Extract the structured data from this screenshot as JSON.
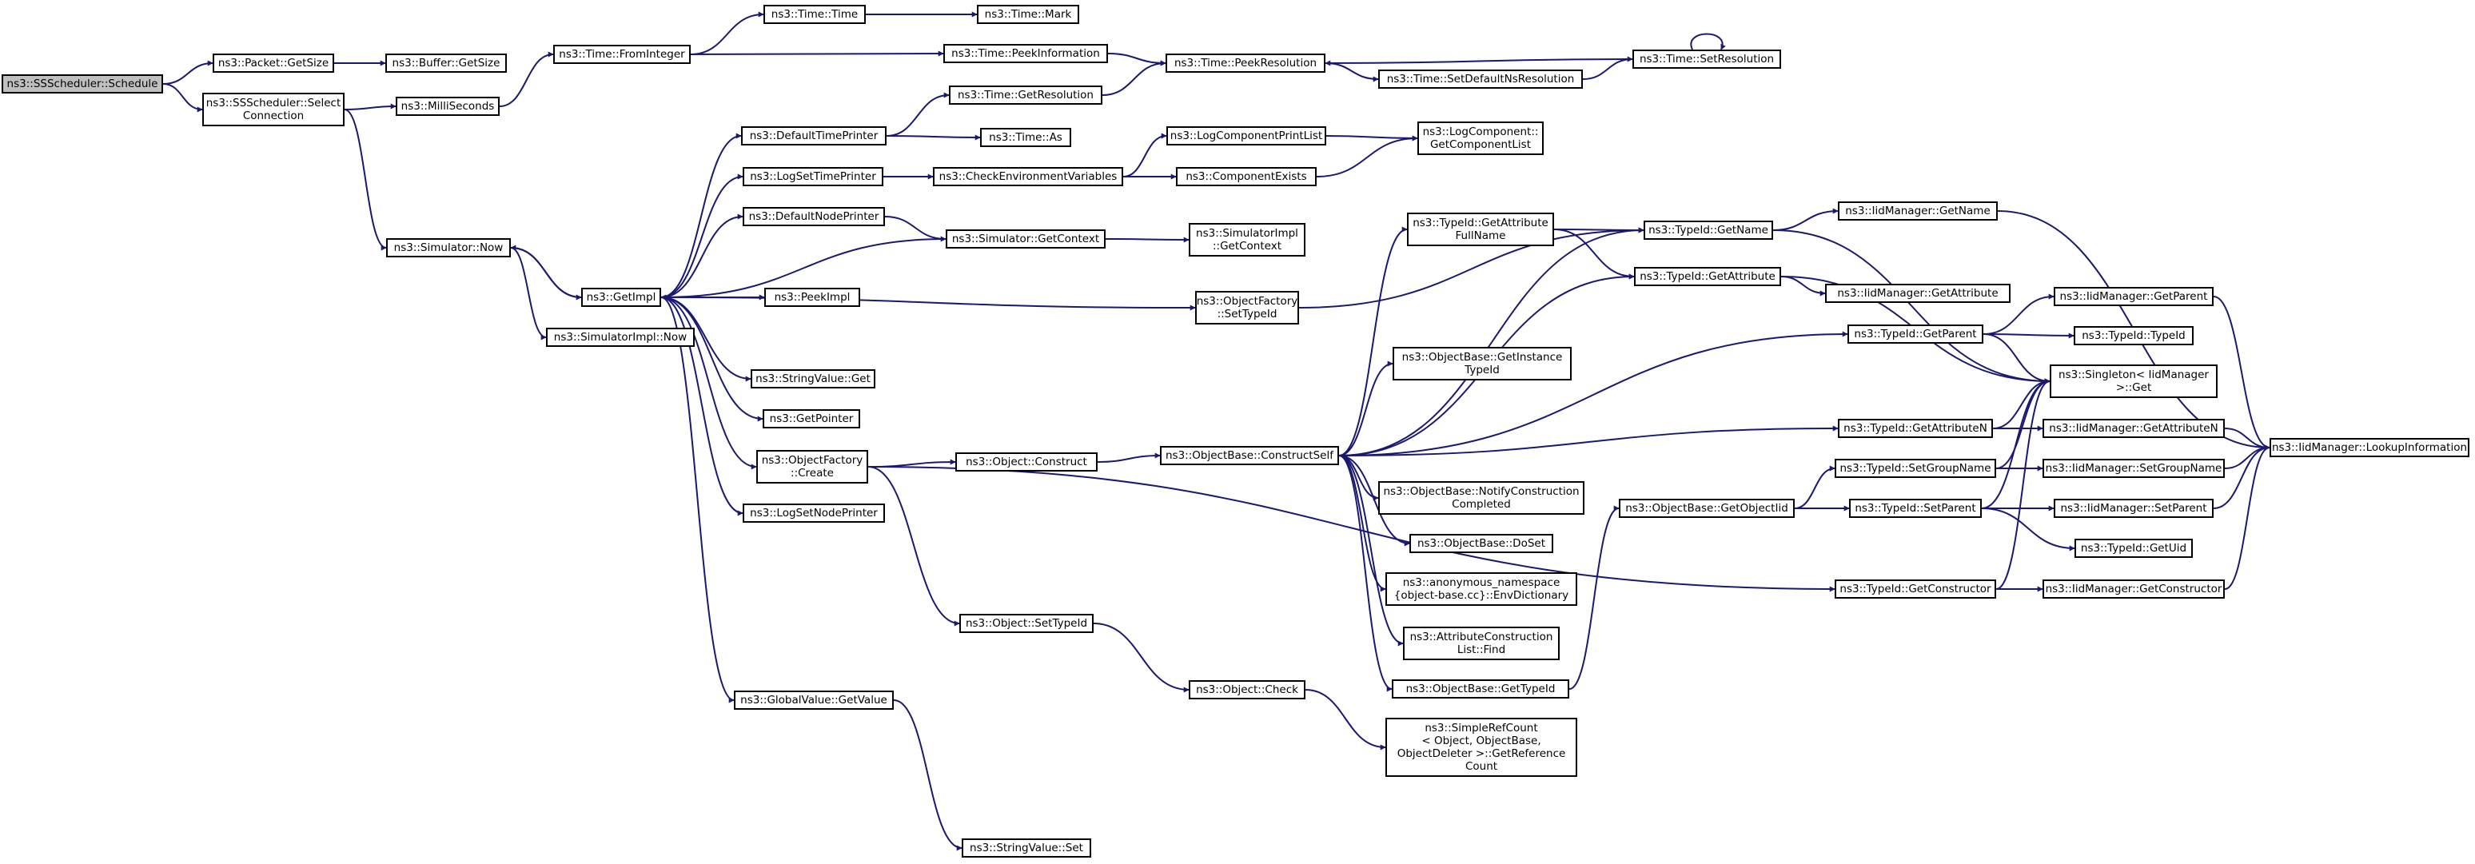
{
  "theme": {
    "edge_color": "#191970",
    "root_fill": "#bfbfbf",
    "node_fill": "#ffffff",
    "border": "#000000"
  },
  "nodes": {
    "schedule": "ns3::SSScheduler::Schedule",
    "packet_getsize": "ns3::Packet::GetSize",
    "buffer_getsize": "ns3::Buffer::GetSize",
    "select_connection": "ns3::SSScheduler::Select\nConnection",
    "milliseconds": "ns3::MilliSeconds",
    "time_frominteger": "ns3::Time::FromInteger",
    "time_time": "ns3::Time::Time",
    "time_mark": "ns3::Time::Mark",
    "peek_information": "ns3::Time::PeekInformation",
    "peek_resolution": "ns3::Time::PeekResolution",
    "set_default_ns_resolution": "ns3::Time::SetDefaultNsResolution",
    "set_resolution": "ns3::Time::SetResolution",
    "simulator_now": "ns3::Simulator::Now",
    "simulatorimpl_now": "ns3::SimulatorImpl::Now",
    "getimpl": "ns3::GetImpl",
    "default_time_printer": "ns3::DefaultTimePrinter",
    "get_resolution": "ns3::Time::GetResolution",
    "time_as": "ns3::Time::As",
    "logset_time_printer": "ns3::LogSetTimePrinter",
    "check_env_vars": "ns3::CheckEnvironmentVariables",
    "logcomp_printlist": "ns3::LogComponentPrintList",
    "component_exists": "ns3::ComponentExists",
    "get_component_list": "ns3::LogComponent::\nGetComponentList",
    "default_node_printer": "ns3::DefaultNodePrinter",
    "simulator_getcontext": "ns3::Simulator::GetContext",
    "simulatorimpl_getcontext": "ns3::SimulatorImpl\n::GetContext",
    "peekimpl": "ns3::PeekImpl",
    "objectfactory_settypeid": "ns3::ObjectFactory\n::SetTypeId",
    "stringvalue_get": "ns3::StringValue::Get",
    "getpointer": "ns3::GetPointer",
    "objectfactory_create": "ns3::ObjectFactory\n::Create",
    "logset_node_printer": "ns3::LogSetNodePrinter",
    "object_construct": "ns3::Object::Construct",
    "objectbase_constructself": "ns3::ObjectBase::ConstructSelf",
    "object_settypeid": "ns3::Object::SetTypeId",
    "object_check": "ns3::Object::Check",
    "globalvalue_getvalue": "ns3::GlobalValue::GetValue",
    "stringvalue_set": "ns3::StringValue::Set",
    "typeid_getattr_fullname": "ns3::TypeId::GetAttribute\nFullName",
    "typeid_getname": "ns3::TypeId::GetName",
    "iidmanager_getname": "ns3::IidManager::GetName",
    "typeid_getattribute": "ns3::TypeId::GetAttribute",
    "iidmanager_getattribute": "ns3::IidManager::GetAttribute",
    "typeid_getparent": "ns3::TypeId::GetParent",
    "iidmanager_getparent": "ns3::IidManager::GetParent",
    "typeid_typeid": "ns3::TypeId::TypeId",
    "singleton_get": "ns3::Singleton< IidManager\n>::Get",
    "objectbase_getinstancetypeid": "ns3::ObjectBase::GetInstance\nTypeId",
    "typeid_getattributen": "ns3::TypeId::GetAttributeN",
    "iidmanager_getattributen": "ns3::IidManager::GetAttributeN",
    "iidmanager_lookupinfo": "ns3::IidManager::LookupInformation",
    "typeid_setgroupname": "ns3::TypeId::SetGroupName",
    "iidmanager_setgroupname": "ns3::IidManager::SetGroupName",
    "objectbase_notifyconstruction": "ns3::ObjectBase::NotifyConstruction\nCompleted",
    "objectbase_getobjectiid": "ns3::ObjectBase::GetObjectIid",
    "typeid_setparent": "ns3::TypeId::SetParent",
    "iidmanager_setparent": "ns3::IidManager::SetParent",
    "objectbase_doset": "ns3::ObjectBase::DoSet",
    "typeid_getuid": "ns3::TypeId::GetUid",
    "anon_envdictionary": "ns3::anonymous_namespace\n{object-base.cc}::EnvDictionary",
    "typeid_getconstructor": "ns3::TypeId::GetConstructor",
    "iidmanager_getconstructor": "ns3::IidManager::GetConstructor",
    "attrconstructionlist_find": "ns3::AttributeConstruction\nList::Find",
    "objectbase_gettypeid": "ns3::ObjectBase::GetTypeId",
    "simplerefcount_getrefcount": "ns3::SimpleRefCount\n< Object, ObjectBase,\nObjectDeleter >::GetReference\nCount"
  },
  "edges": [
    [
      "schedule",
      "packet_getsize"
    ],
    [
      "schedule",
      "select_connection"
    ],
    [
      "packet_getsize",
      "buffer_getsize"
    ],
    [
      "select_connection",
      "milliseconds"
    ],
    [
      "select_connection",
      "simulator_now"
    ],
    [
      "milliseconds",
      "time_frominteger"
    ],
    [
      "time_frominteger",
      "time_time"
    ],
    [
      "time_frominteger",
      "peek_information"
    ],
    [
      "time_time",
      "time_mark"
    ],
    [
      "peek_information",
      "peek_resolution"
    ],
    [
      "peek_resolution",
      "set_default_ns_resolution"
    ],
    [
      "set_default_ns_resolution",
      "set_resolution"
    ],
    [
      "set_resolution",
      "peek_resolution"
    ],
    [
      "set_resolution",
      "set_resolution"
    ],
    [
      "simulator_now",
      "getimpl"
    ],
    [
      "simulator_now",
      "simulatorimpl_now"
    ],
    [
      "getimpl",
      "simulator_now"
    ],
    [
      "getimpl",
      "default_time_printer"
    ],
    [
      "getimpl",
      "logset_time_printer"
    ],
    [
      "getimpl",
      "default_node_printer"
    ],
    [
      "getimpl",
      "peekimpl"
    ],
    [
      "getimpl",
      "objectfactory_settypeid"
    ],
    [
      "getimpl",
      "stringvalue_get"
    ],
    [
      "getimpl",
      "getpointer"
    ],
    [
      "getimpl",
      "objectfactory_create"
    ],
    [
      "getimpl",
      "logset_node_printer"
    ],
    [
      "getimpl",
      "globalvalue_getvalue"
    ],
    [
      "default_time_printer",
      "get_resolution"
    ],
    [
      "default_time_printer",
      "time_as"
    ],
    [
      "get_resolution",
      "peek_resolution"
    ],
    [
      "logset_time_printer",
      "check_env_vars"
    ],
    [
      "check_env_vars",
      "logcomp_printlist"
    ],
    [
      "check_env_vars",
      "component_exists"
    ],
    [
      "logcomp_printlist",
      "get_component_list"
    ],
    [
      "component_exists",
      "get_component_list"
    ],
    [
      "default_node_printer",
      "simulator_getcontext"
    ],
    [
      "simulator_getcontext",
      "simulatorimpl_getcontext"
    ],
    [
      "simulator_getcontext",
      "getimpl"
    ],
    [
      "objectfactory_settypeid",
      "typeid_getname"
    ],
    [
      "objectfactory_create",
      "object_construct"
    ],
    [
      "objectfactory_create",
      "object_settypeid"
    ],
    [
      "objectfactory_create",
      "typeid_getconstructor"
    ],
    [
      "object_construct",
      "objectbase_constructself"
    ],
    [
      "object_settypeid",
      "object_check"
    ],
    [
      "object_check",
      "simplerefcount_getrefcount"
    ],
    [
      "globalvalue_getvalue",
      "stringvalue_set"
    ],
    [
      "objectbase_constructself",
      "typeid_getattr_fullname"
    ],
    [
      "objectbase_constructself",
      "typeid_getname"
    ],
    [
      "objectbase_constructself",
      "typeid_getattribute"
    ],
    [
      "objectbase_constructself",
      "typeid_getparent"
    ],
    [
      "objectbase_constructself",
      "objectbase_getinstancetypeid"
    ],
    [
      "objectbase_constructself",
      "typeid_getattributen"
    ],
    [
      "objectbase_constructself",
      "objectbase_notifyconstruction"
    ],
    [
      "objectbase_constructself",
      "objectbase_doset"
    ],
    [
      "objectbase_constructself",
      "anon_envdictionary"
    ],
    [
      "objectbase_constructself",
      "attrconstructionlist_find"
    ],
    [
      "objectbase_constructself",
      "objectbase_gettypeid"
    ],
    [
      "typeid_getattr_fullname",
      "typeid_getname"
    ],
    [
      "typeid_getattr_fullname",
      "typeid_getattribute"
    ],
    [
      "typeid_getname",
      "iidmanager_getname"
    ],
    [
      "typeid_getname",
      "singleton_get"
    ],
    [
      "iidmanager_getname",
      "iidmanager_lookupinfo"
    ],
    [
      "typeid_getattribute",
      "iidmanager_getattribute"
    ],
    [
      "typeid_getattribute",
      "singleton_get"
    ],
    [
      "typeid_getparent",
      "iidmanager_getparent"
    ],
    [
      "typeid_getparent",
      "typeid_typeid"
    ],
    [
      "typeid_getparent",
      "singleton_get"
    ],
    [
      "iidmanager_getparent",
      "iidmanager_lookupinfo"
    ],
    [
      "typeid_getattributen",
      "iidmanager_getattributen"
    ],
    [
      "typeid_getattributen",
      "singleton_get"
    ],
    [
      "iidmanager_getattributen",
      "iidmanager_lookupinfo"
    ],
    [
      "objectbase_gettypeid",
      "objectbase_getobjectiid"
    ],
    [
      "objectbase_getobjectiid",
      "typeid_setgroupname"
    ],
    [
      "objectbase_getobjectiid",
      "typeid_setparent"
    ],
    [
      "typeid_setgroupname",
      "iidmanager_setgroupname"
    ],
    [
      "typeid_setgroupname",
      "singleton_get"
    ],
    [
      "iidmanager_setgroupname",
      "iidmanager_lookupinfo"
    ],
    [
      "typeid_setparent",
      "iidmanager_setparent"
    ],
    [
      "typeid_setparent",
      "typeid_getuid"
    ],
    [
      "typeid_setparent",
      "singleton_get"
    ],
    [
      "iidmanager_setparent",
      "iidmanager_lookupinfo"
    ],
    [
      "typeid_getconstructor",
      "iidmanager_getconstructor"
    ],
    [
      "typeid_getconstructor",
      "singleton_get"
    ],
    [
      "iidmanager_getconstructor",
      "iidmanager_lookupinfo"
    ]
  ]
}
